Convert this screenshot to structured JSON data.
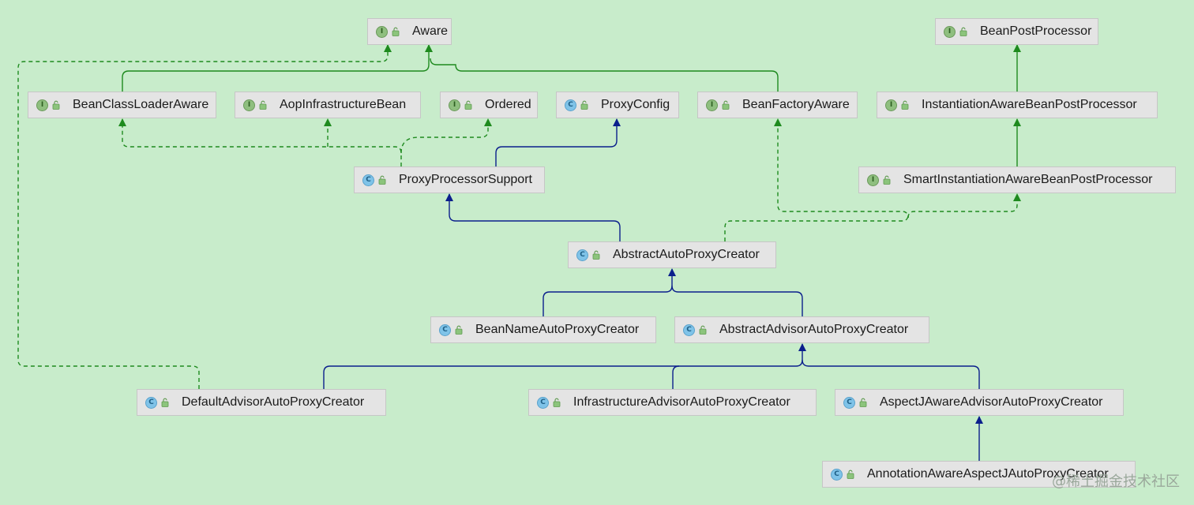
{
  "nodes": [
    {
      "id": "aware",
      "label": "Aware",
      "kind": "I"
    },
    {
      "id": "beanpostprocessor",
      "label": "BeanPostProcessor",
      "kind": "I"
    },
    {
      "id": "beanclassloaderaware",
      "label": "BeanClassLoaderAware",
      "kind": "I"
    },
    {
      "id": "aopinfrastructurebean",
      "label": "AopInfrastructureBean",
      "kind": "I"
    },
    {
      "id": "ordered",
      "label": "Ordered",
      "kind": "I"
    },
    {
      "id": "proxyconfig",
      "label": "ProxyConfig",
      "kind": "C"
    },
    {
      "id": "beanfactoryaware",
      "label": "BeanFactoryAware",
      "kind": "I"
    },
    {
      "id": "instantiationawarebeanpostprocessor",
      "label": "InstantiationAwareBeanPostProcessor",
      "kind": "I"
    },
    {
      "id": "proxyprocessorsupport",
      "label": "ProxyProcessorSupport",
      "kind": "C"
    },
    {
      "id": "smartinstantiationawarebeanpostprocessor",
      "label": "SmartInstantiationAwareBeanPostProcessor",
      "kind": "I"
    },
    {
      "id": "abstractautoproxycreator",
      "label": "AbstractAutoProxyCreator",
      "kind": "C"
    },
    {
      "id": "beannameautoproxycreator",
      "label": "BeanNameAutoProxyCreator",
      "kind": "C"
    },
    {
      "id": "abstractadvisorautoproxycreator",
      "label": "AbstractAdvisorAutoProxyCreator",
      "kind": "C"
    },
    {
      "id": "defaultadvisorautoproxycreator",
      "label": "DefaultAdvisorAutoProxyCreator",
      "kind": "C"
    },
    {
      "id": "infrastructureadvisorautoproxycreator",
      "label": "InfrastructureAdvisorAutoProxyCreator",
      "kind": "C"
    },
    {
      "id": "aspectjawareadvisorautoproxycreator",
      "label": "AspectJAwareAdvisorAutoProxyCreator",
      "kind": "C"
    },
    {
      "id": "annotationawareaspectjautoproxycreator",
      "label": "AnnotationAwareAspectJAutoProxyCreator",
      "kind": "C"
    }
  ],
  "badge_letters": {
    "I": "I",
    "C": "C"
  },
  "icons": {
    "interface": "interface-icon",
    "class": "class-icon",
    "access": "public-lock-icon"
  },
  "colors": {
    "background": "#c8eccb",
    "extends": "#0b1f8c",
    "implements_solid": "#1e8a1e",
    "implements_dashed": "#1e8a1e"
  },
  "watermark": "@稀土掘金技术社区"
}
